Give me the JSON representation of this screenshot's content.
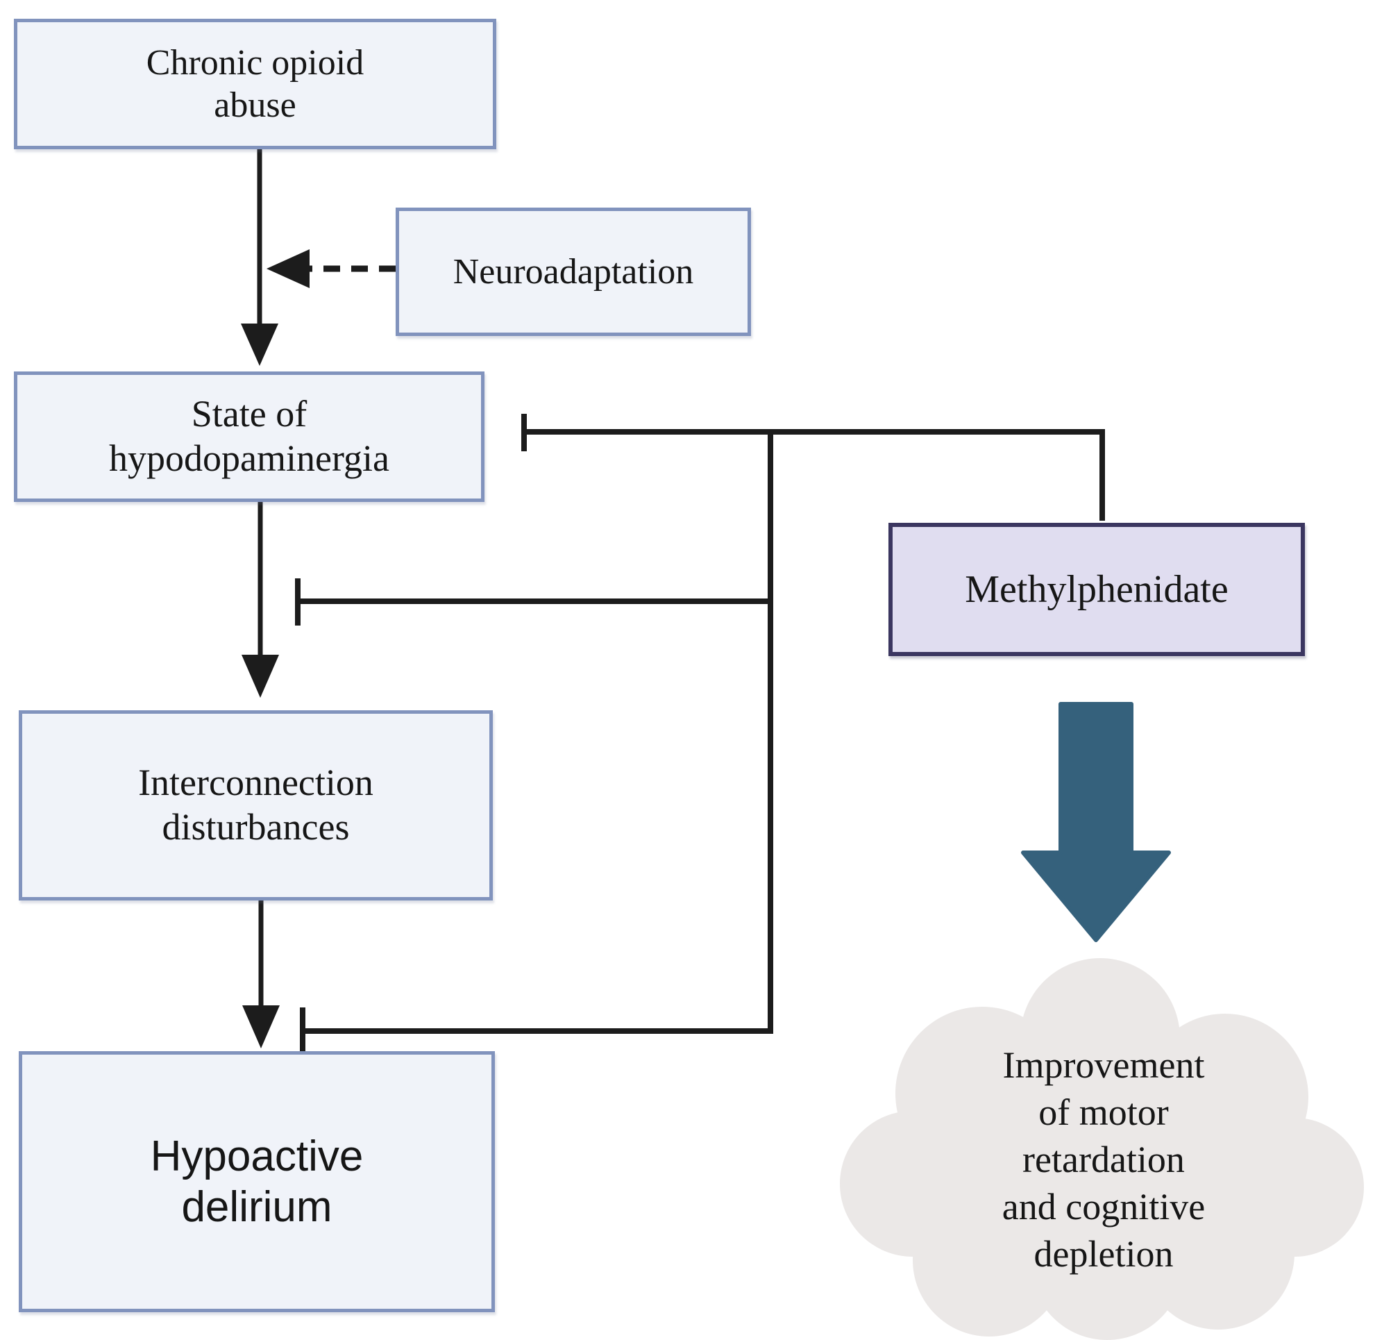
{
  "diagram": {
    "type": "flowchart",
    "nodes": {
      "chronic": {
        "label": "Chronic opioid\nabuse"
      },
      "neuroadaptation": {
        "label": "Neuroadaptation"
      },
      "hypodopaminergia": {
        "label": "State of\nhypodopaminergia"
      },
      "interconnection": {
        "label": "Interconnection\ndisturbances"
      },
      "hypoactive": {
        "label": "Hypoactive\ndelirium"
      },
      "methylphenidate": {
        "label": "Methylphenidate"
      },
      "outcome": {
        "label": "Improvement\nof motor\nretardation\nand cognitive\ndepletion"
      }
    },
    "edges": [
      {
        "from": "Chronic opioid abuse",
        "to": "State of hypodopaminergia",
        "style": "solid-arrow"
      },
      {
        "from": "Neuroadaptation",
        "to": "arrow: Chronic opioid abuse → State of hypodopaminergia",
        "style": "dashed-arrow"
      },
      {
        "from": "State of hypodopaminergia",
        "to": "Interconnection disturbances",
        "style": "solid-arrow"
      },
      {
        "from": "Interconnection disturbances",
        "to": "Hypoactive delirium",
        "style": "solid-arrow"
      },
      {
        "from": "Methylphenidate",
        "to": "State of hypodopaminergia",
        "style": "inhibition-tbar"
      },
      {
        "from": "Methylphenidate",
        "to": "arrow: State of hypodopaminergia → Interconnection disturbances",
        "style": "inhibition-tbar"
      },
      {
        "from": "Methylphenidate",
        "to": "arrow: Interconnection disturbances → Hypoactive delirium",
        "style": "inhibition-tbar"
      },
      {
        "from": "Methylphenidate",
        "to": "Improvement of motor retardation and cognitive depletion",
        "style": "block-arrow"
      }
    ]
  },
  "colors": {
    "page_bg": "#ffffff",
    "node_fill": "#f0f3f9",
    "node_border": "#8193bd",
    "drug_fill": "#e0ddf0",
    "drug_border": "#3b3660",
    "line": "#1c1c1c",
    "block_arrow": "#35617c",
    "cloud_fill": "#ebe8e7",
    "text": "#161616"
  }
}
